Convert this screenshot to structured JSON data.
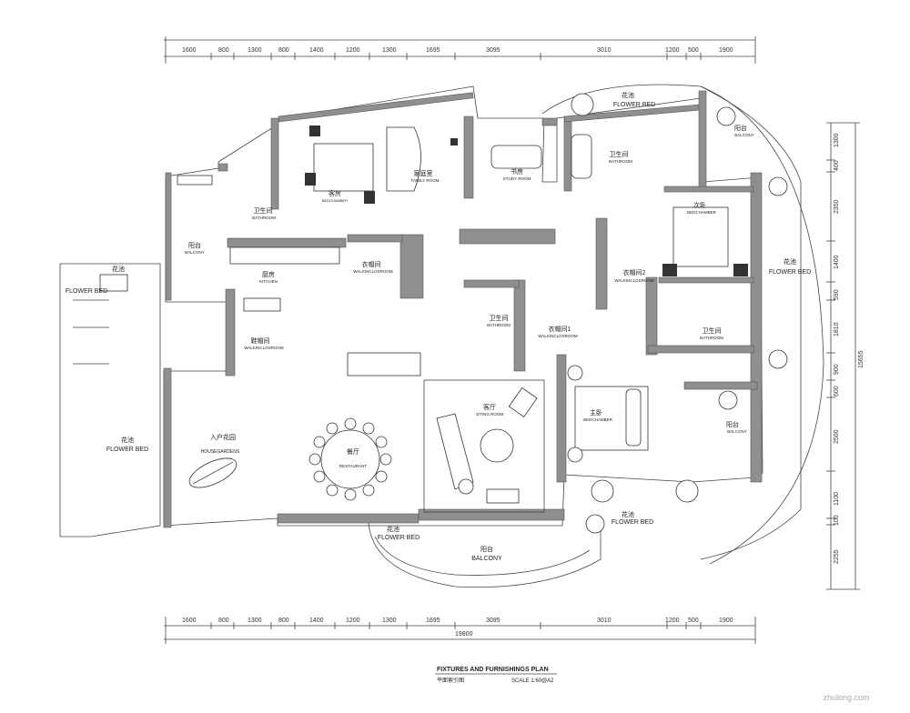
{
  "dimensions": {
    "top": [
      "1600",
      "800",
      "1300",
      "800",
      "1400",
      "1200",
      "1300",
      "1695",
      "3095",
      "3010",
      "1200",
      "500",
      "1900"
    ],
    "bottom": [
      "1600",
      "800",
      "1300",
      "800",
      "1400",
      "1200",
      "1300",
      "1695",
      "3095",
      "3010",
      "1200",
      "500",
      "1900"
    ],
    "total": "19800",
    "right": [
      "1300",
      "400",
      "2350",
      "1400",
      "590",
      "1810",
      "900",
      "600",
      "2500",
      "1100",
      "100",
      "2255"
    ],
    "right_total": "15655"
  },
  "rooms": {
    "flower_bed_top": {
      "cn": "花池",
      "en": "FLOWER BED"
    },
    "flower_bed_left": {
      "cn": "花池",
      "en": "FLOWER BED"
    },
    "flower_bed_right": {
      "cn": "花池",
      "en": "FLOWER BED"
    },
    "flower_bed_lower_left": {
      "cn": "花池",
      "en": "FLOWER BED"
    },
    "flower_bed_bottom_center": {
      "cn": "花池",
      "en": "FLOWER BED"
    },
    "flower_bed_bottom_right": {
      "cn": "花池",
      "en": "FLOWER BED"
    },
    "guest_room": {
      "cn": "客房",
      "en": "BEDCHAMBER"
    },
    "family_room": {
      "cn": "家庭室",
      "en": "FAMILY ROOM"
    },
    "study_room": {
      "cn": "书房",
      "en": "STUDY ROOM"
    },
    "bathroom_top": {
      "cn": "卫生间",
      "en": "BATHROOM"
    },
    "balcony_top_right": {
      "cn": "阳台",
      "en": "BALCONY"
    },
    "bathroom_guest": {
      "cn": "卫生间",
      "en": "BATHROOM"
    },
    "balcony_left": {
      "cn": "阳台",
      "en": "BALCONY"
    },
    "walkin_closet": {
      "cn": "衣帽间",
      "en": "WALKINCLOSROOM"
    },
    "kitchen": {
      "cn": "厨房",
      "en": "KITCHEN"
    },
    "shoe_closet": {
      "cn": "鞋帽间",
      "en": "WALKINCLOSROOM"
    },
    "bedroom_2": {
      "cn": "次卧",
      "en": "BEDCHAMBER"
    },
    "walkin_closet_2": {
      "cn": "衣帽间2",
      "en": "WALKINCLOSROOM"
    },
    "bathroom_mid": {
      "cn": "卫生间",
      "en": "BATHROOM"
    },
    "walkin_closet_1": {
      "cn": "衣帽间1",
      "en": "WALKINCLOSROOM"
    },
    "bathroom_right": {
      "cn": "卫生间",
      "en": "BATHROOM"
    },
    "house_gardens": {
      "cn": "入户花园",
      "en": "HOUSEGARDENS"
    },
    "restaurant": {
      "cn": "餐厅",
      "en": "RESTAURANT"
    },
    "sitting_room": {
      "cn": "客厅",
      "en": "SITING ROOM"
    },
    "master_bedroom": {
      "cn": "主卧",
      "en": "BEDCHAMBER"
    },
    "balcony_right": {
      "cn": "阳台",
      "en": "BALCONY"
    },
    "balcony_bottom": {
      "cn": "阳台",
      "en": "BALCONY"
    }
  },
  "title": {
    "en": "FIXTURES AND FURNISHINGS PLAN",
    "cn": "平面索引图",
    "scale": "SCALE  1:60@A2"
  },
  "watermark": "zhulong.com"
}
